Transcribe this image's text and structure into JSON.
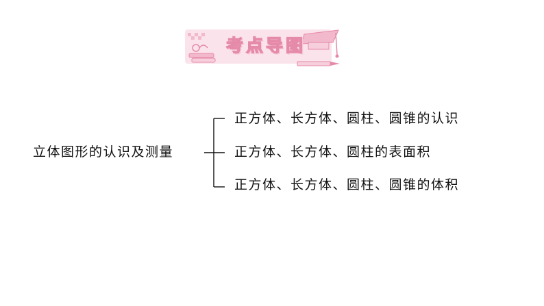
{
  "banner": {
    "title": "考点导图",
    "icons": [
      "book-stack-icon",
      "graduation-cap-icon",
      "pencil-icon"
    ]
  },
  "colors": {
    "banner_pink": "#f2b8cb",
    "banner_outline": "#e58aa8",
    "text": "#111111",
    "line": "#111111"
  },
  "diagram": {
    "root": "立体图形的认识及测量",
    "branches": [
      "正方体、长方体、圆柱、圆锥的认识",
      "正方体、长方体、圆柱的表面积",
      "正方体、长方体、圆柱、圆锥的体积"
    ]
  }
}
